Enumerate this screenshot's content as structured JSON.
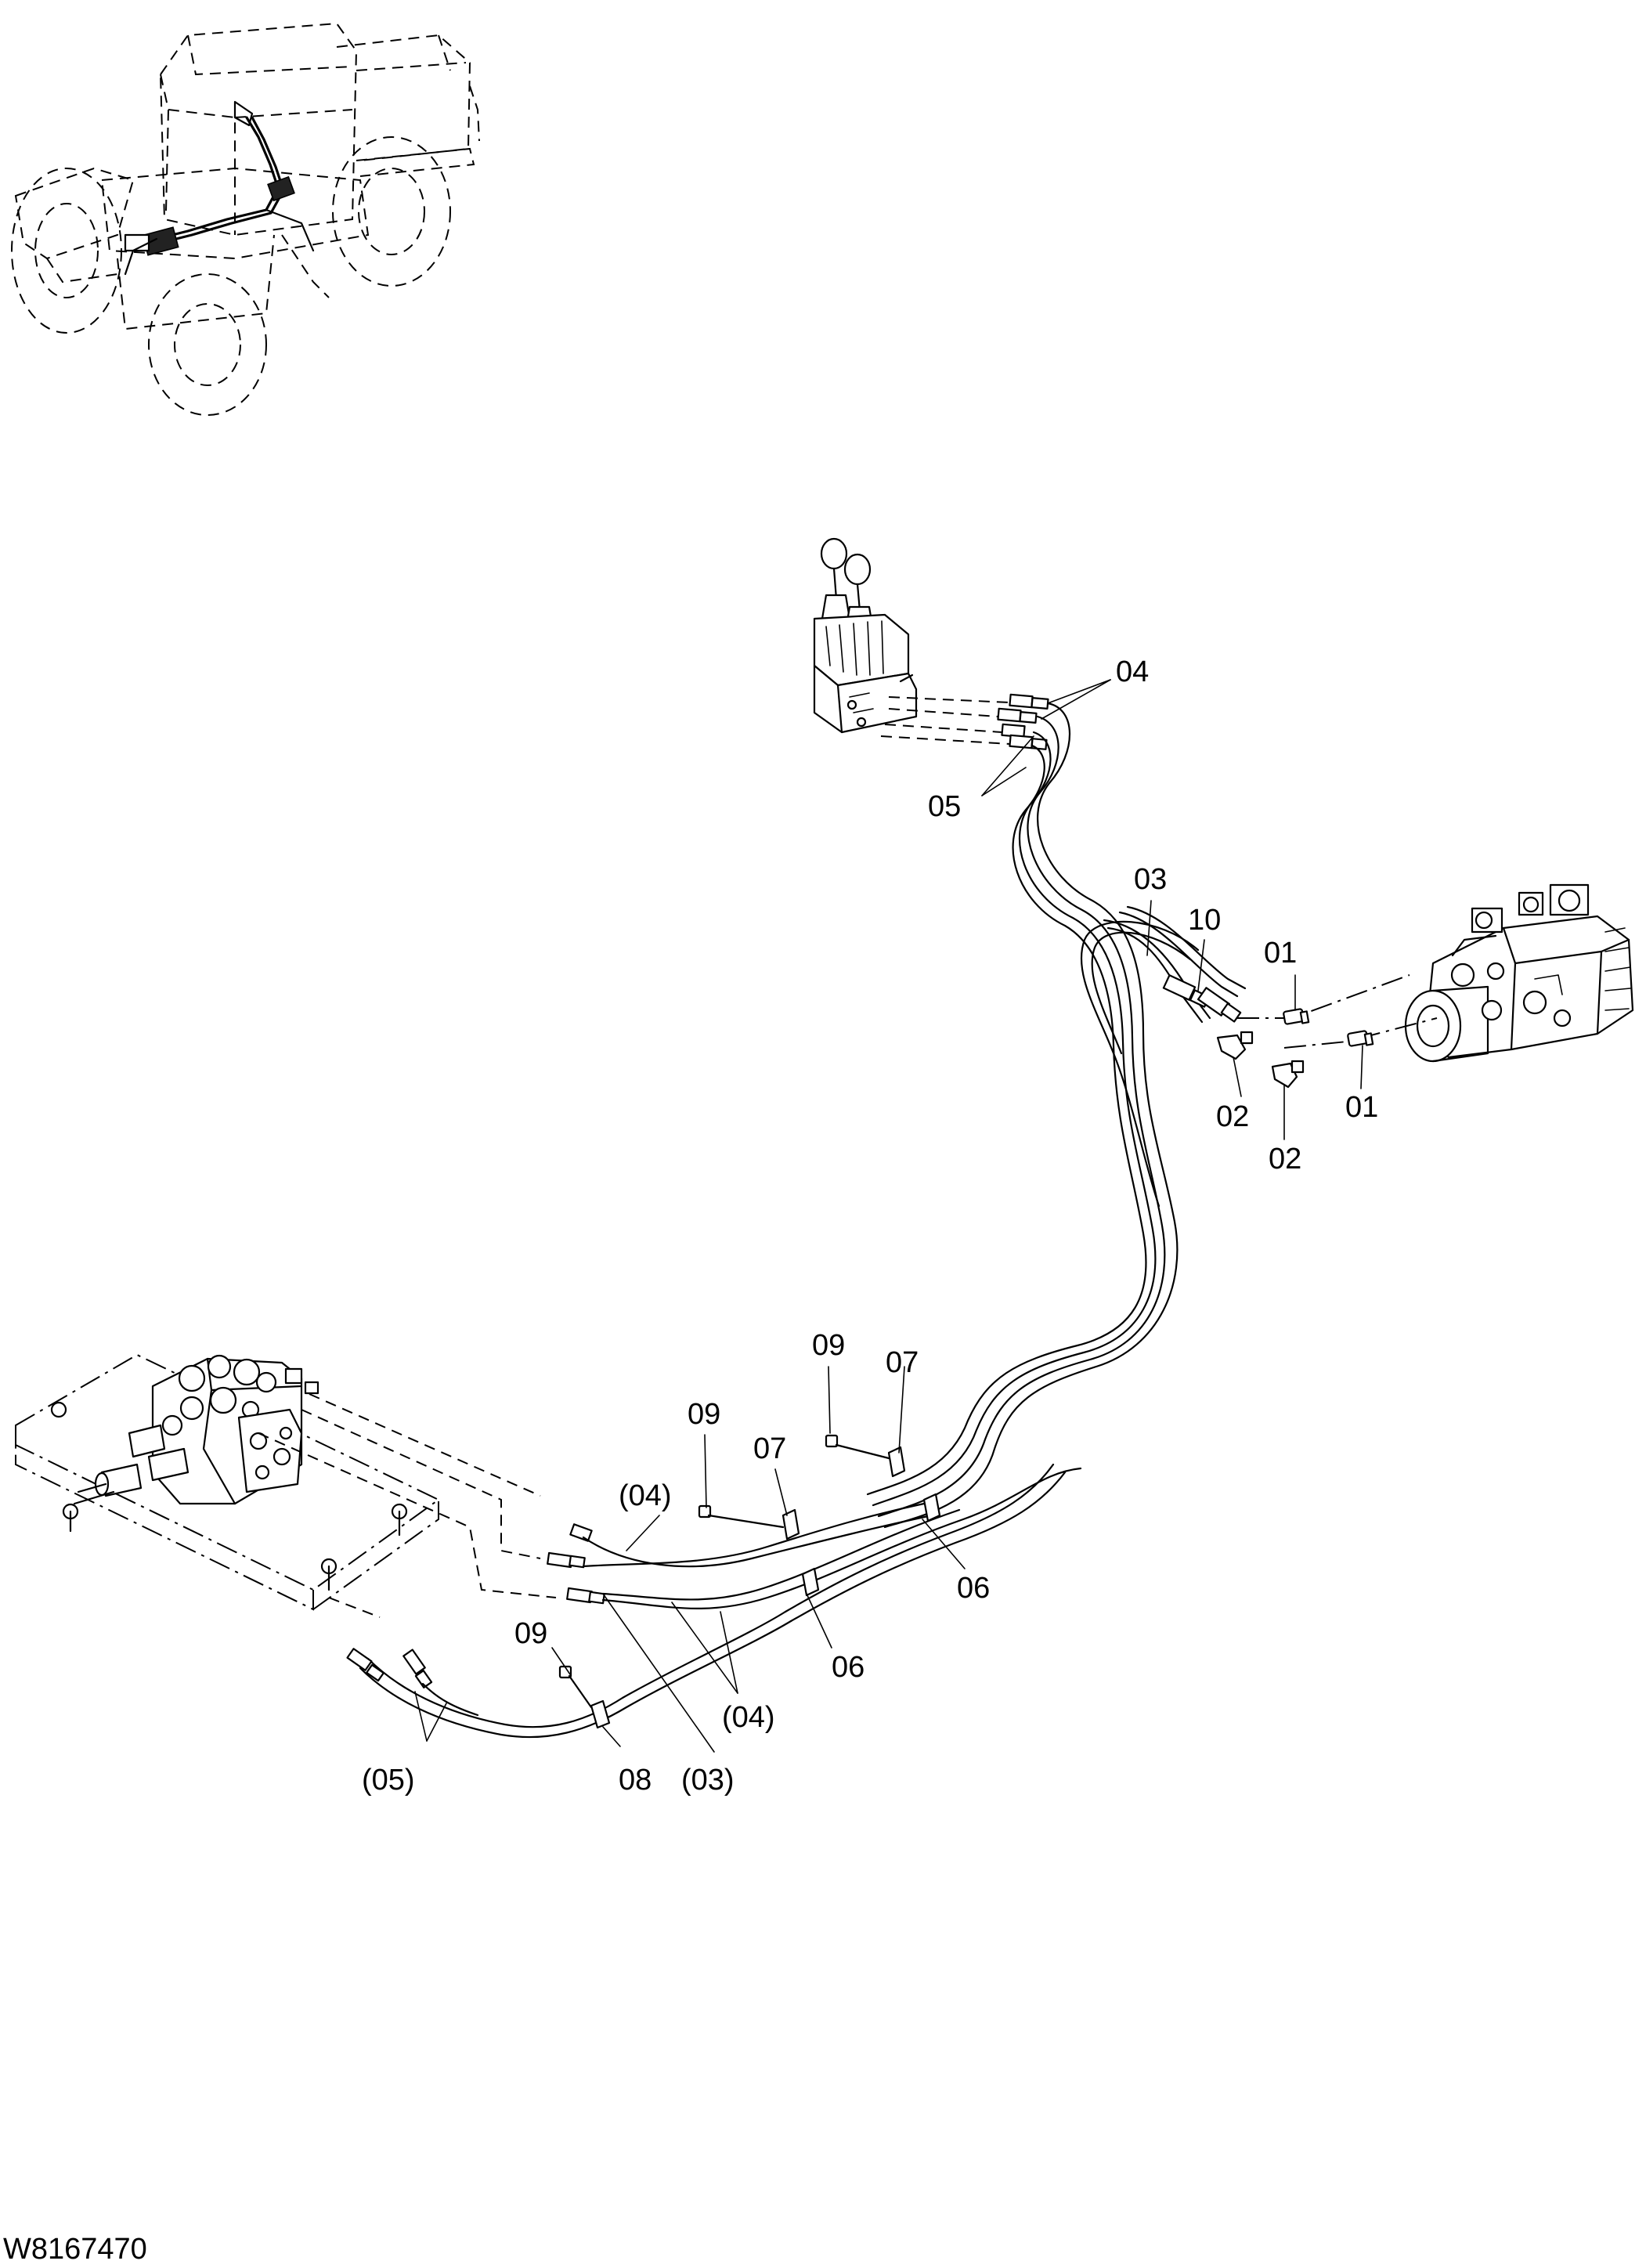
{
  "drawing_number": "W8167470",
  "callouts": {
    "c04_top": "04",
    "c05_top": "05",
    "c03_top": "03",
    "c10": "10",
    "c01_a": "01",
    "c01_b": "01",
    "c02_a": "02",
    "c02_b": "02",
    "c09_a": "09",
    "c09_b": "09",
    "c09_c": "09",
    "c07_a": "07",
    "c07_b": "07",
    "c06_a": "06",
    "c06_b": "06",
    "c04_paren_top": "(04)",
    "c04_paren_bottom": "(04)",
    "c05_paren": "(05)",
    "c08": "08",
    "c03_paren": "(03)"
  }
}
